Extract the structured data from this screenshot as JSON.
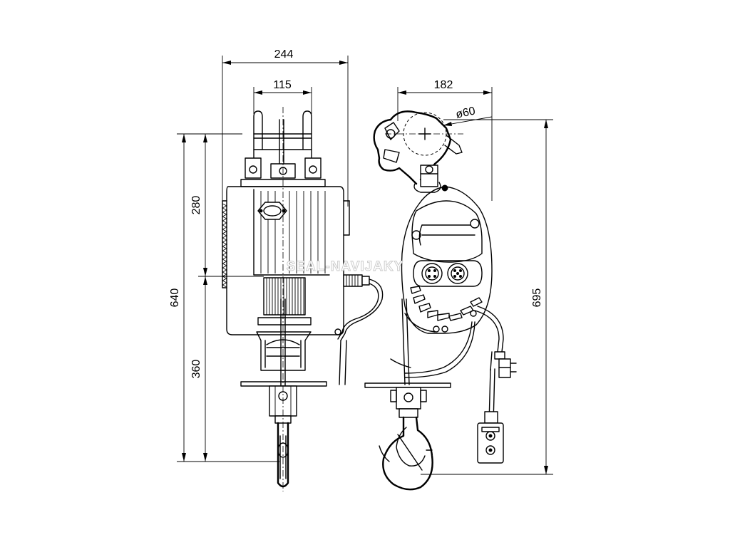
{
  "dimensions": {
    "front_overall_width": "244",
    "front_hook_width": "115",
    "side_width": "182",
    "hook_diameter": "ø60",
    "total_height_front": "640",
    "upper_height": "280",
    "lower_height": "360",
    "total_height_side": "695"
  },
  "watermark": "SEAL-NAVIJAKY"
}
